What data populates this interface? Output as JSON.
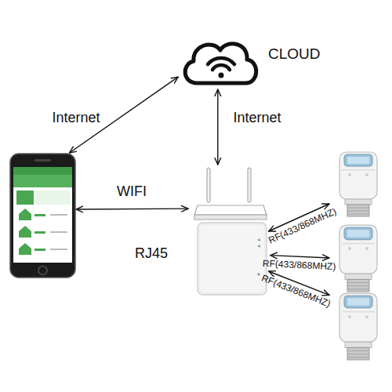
{
  "diagram": {
    "nodes": [
      {
        "text": [
          "CLOUD"
        ]
      },
      {
        "text": []
      },
      {
        "text": [
          "RJ45"
        ]
      },
      {
        "text": []
      },
      {
        "text": []
      },
      {
        "text": []
      }
    ],
    "edges": [
      {
        "from": 1,
        "to": 0,
        "arrow": "both",
        "label": "Internet"
      },
      {
        "from": 2,
        "to": 0,
        "arrow": "both",
        "label": "Internet"
      },
      {
        "from": 1,
        "to": 2,
        "arrow": "both",
        "label": "WIFI"
      },
      {
        "from": 2,
        "to": 3,
        "arrow": "both",
        "label": "RF(433/868MHZ)"
      },
      {
        "from": 2,
        "to": 4,
        "arrow": "both",
        "label": "RF(433/868MHZ)"
      },
      {
        "from": 2,
        "to": 5,
        "arrow": "both",
        "label": "RF(433/868MHZ)"
      }
    ]
  }
}
